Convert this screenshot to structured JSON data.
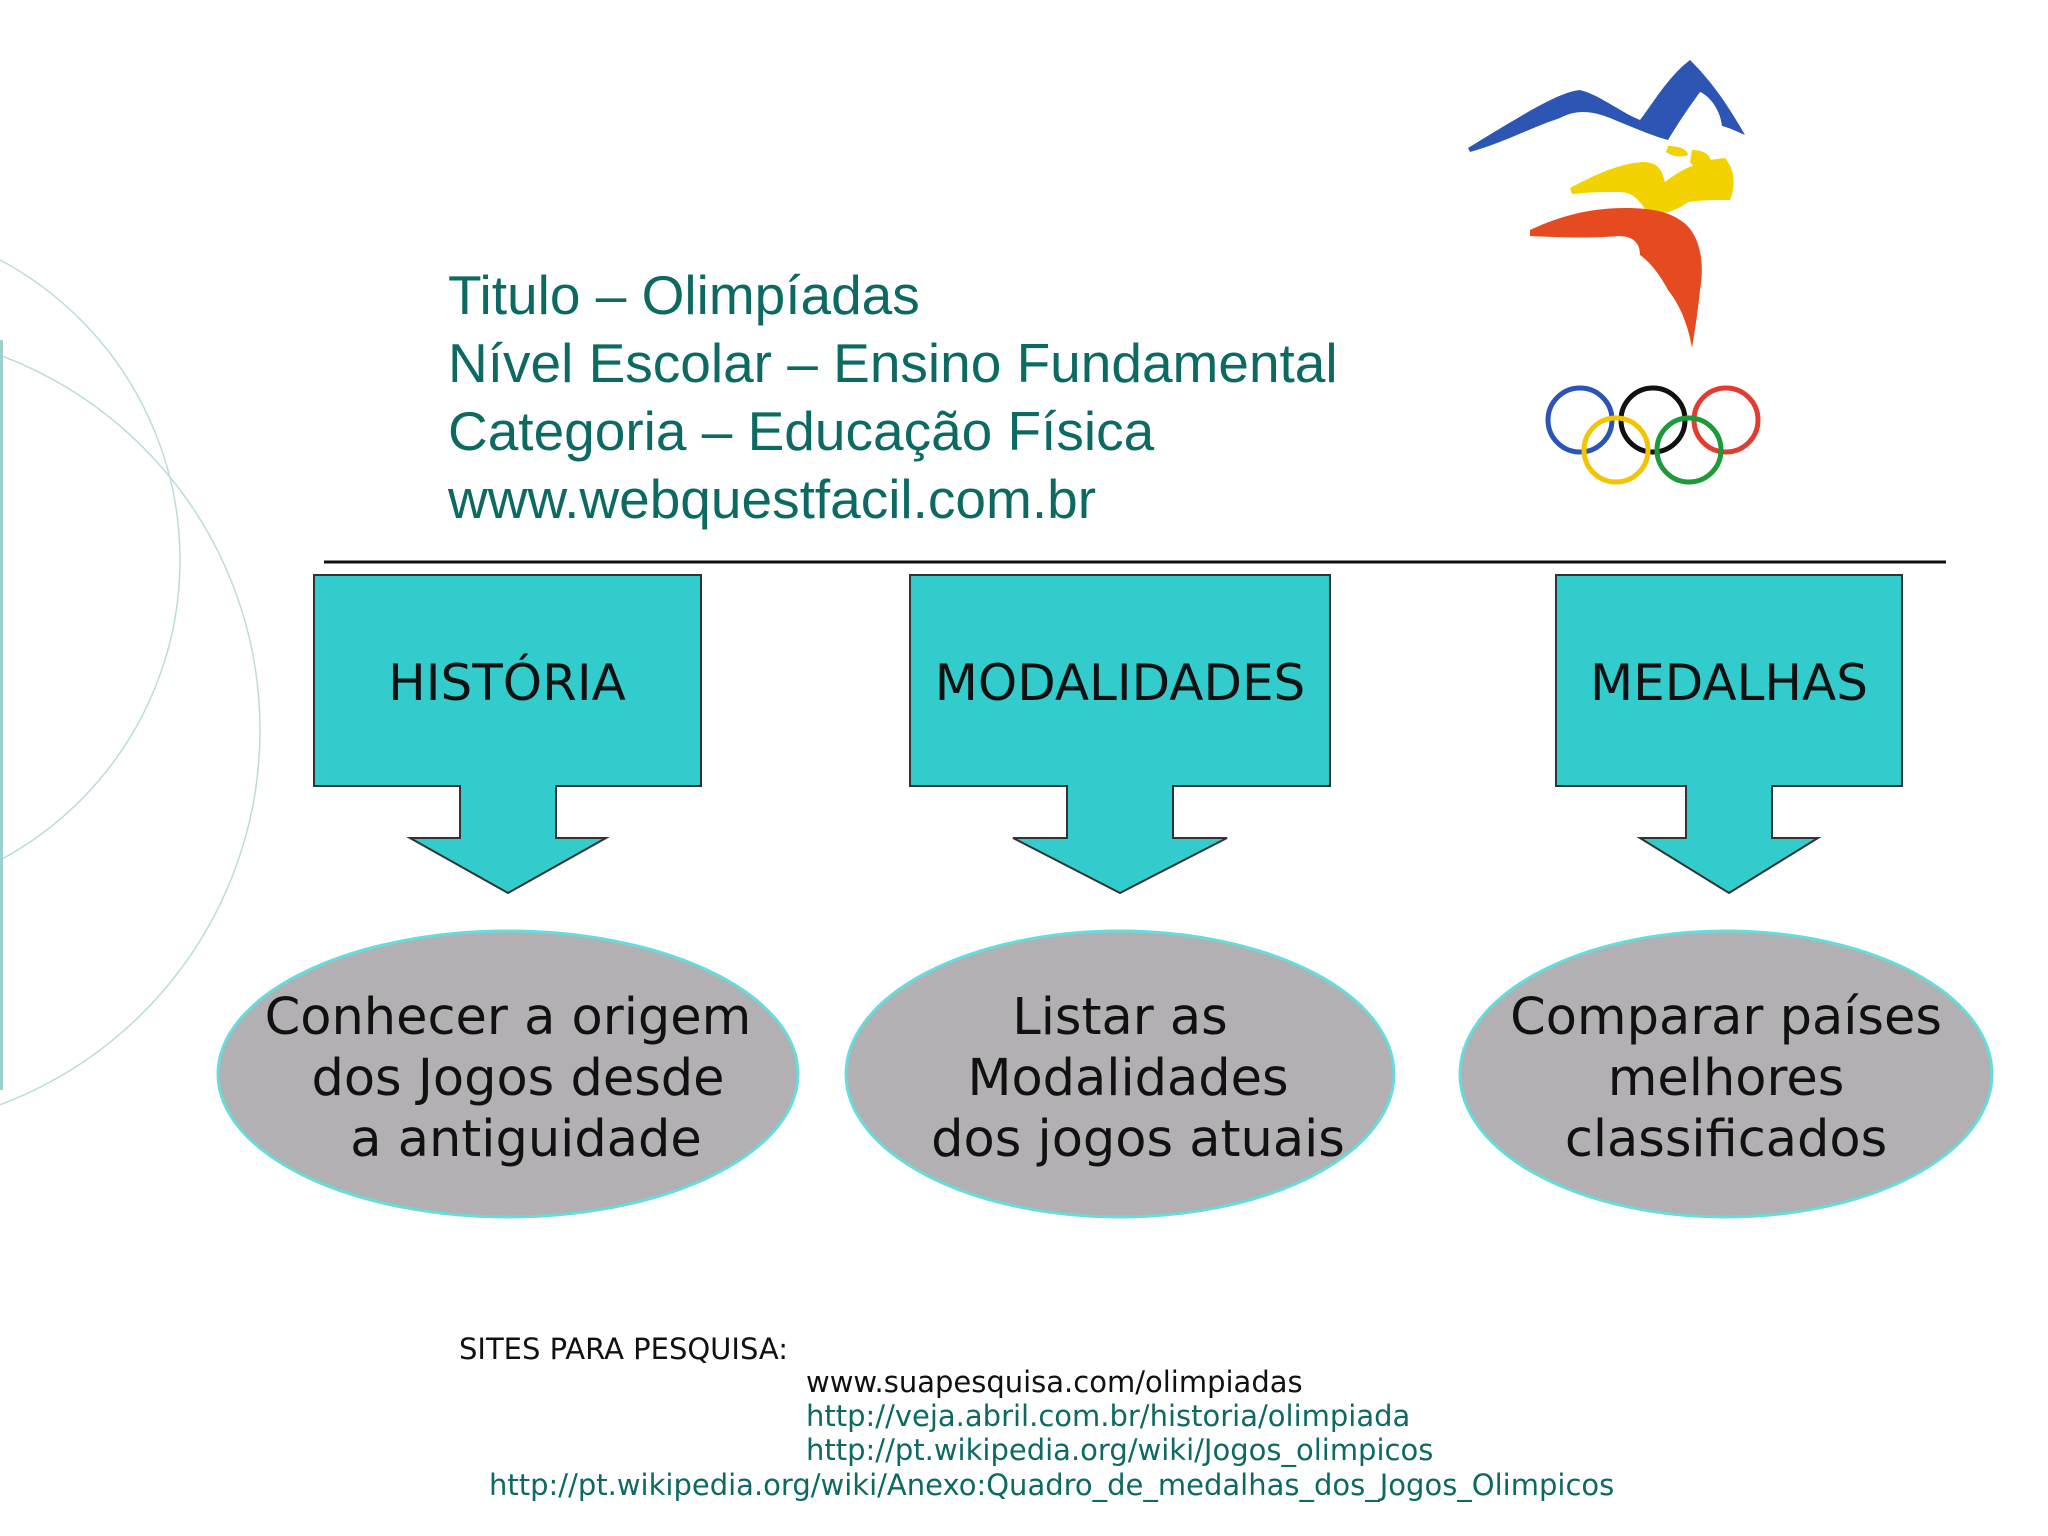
{
  "header": {
    "lines": [
      "Titulo – Olimpíadas",
      "Nível Escolar – Ensino Fundamental",
      "Categoria – Educação Física",
      "www.webquestfacil.com.br"
    ]
  },
  "columns": [
    {
      "box_label": "HISTÓRIA",
      "oval_lines": [
        "Conhecer a origem",
        "dos Jogos desde",
        "a antiguidade"
      ]
    },
    {
      "box_label": "MODALIDADES",
      "oval_lines": [
        "Listar as",
        "Modalidades",
        "dos jogos atuais"
      ]
    },
    {
      "box_label": "MEDALHAS",
      "oval_lines": [
        "Comparar países",
        "melhores",
        "classificados"
      ]
    }
  ],
  "sites": {
    "title": "SITES PARA PESQUISA:",
    "links": [
      "www.suapesquisa.com/olimpiadas",
      "http://veja.abril.com.br/historia/olimpiada",
      "http://pt.wikipedia.org/wiki/Jogos_olimpicos",
      "http://pt.wikipedia.org/wiki/Anexo:Quadro_de_medalhas_dos_Jogos_Olimpicos"
    ]
  },
  "colors": {
    "header_text": "#0d6a63",
    "box_fill": "#33cccc",
    "oval_fill": "#b2b0b2",
    "oval_stroke": "#66dcdc",
    "link_text": "#0d6a63",
    "ring_blue": "#2a54b5",
    "ring_yellow": "#f2c500",
    "ring_black": "#111111",
    "ring_green": "#1d9a3a",
    "ring_red": "#e23b2f"
  },
  "logo": {
    "icon": "olympic-torch-figure-and-rings-icon"
  }
}
